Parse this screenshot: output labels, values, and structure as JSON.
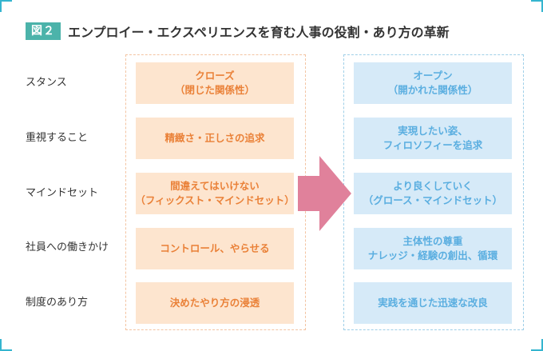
{
  "title": {
    "badge": "図２",
    "text": "エンプロイー・エクスペリエンスを育む人事の役割・あり方の革新"
  },
  "rows": [
    {
      "label": "スタンス",
      "before": [
        "クローズ",
        "（閉じた関係性）"
      ],
      "after": [
        "オープン",
        "（開かれた関係性）"
      ]
    },
    {
      "label": "重視すること",
      "before": [
        "精緻さ・正しさの追求"
      ],
      "after": [
        "実現したい姿、",
        "フィロソフィーを追求"
      ]
    },
    {
      "label": "マインドセット",
      "before": [
        "間違えてはいけない",
        "（フィックスト・マインドセット）"
      ],
      "after": [
        "より良くしていく",
        "（グロース・マインドセット）"
      ]
    },
    {
      "label": "社員への働きかけ",
      "before": [
        "コントロール、やらせる"
      ],
      "after": [
        "主体性の尊重",
        "ナレッジ・経験の創出、循環"
      ]
    },
    {
      "label": "制度のあり方",
      "before": [
        "決めたやり方の浸透"
      ],
      "after": [
        "実践を通じた迅速な改良"
      ]
    }
  ],
  "colors": {
    "badge": "#4cb3aa",
    "before_fill": "#fde5cf",
    "before_text": "#ea8138",
    "after_fill": "#d6eaf8",
    "after_text": "#5aaee0",
    "arrow": "#e0819b",
    "frame_corner": "#35b5cf"
  }
}
